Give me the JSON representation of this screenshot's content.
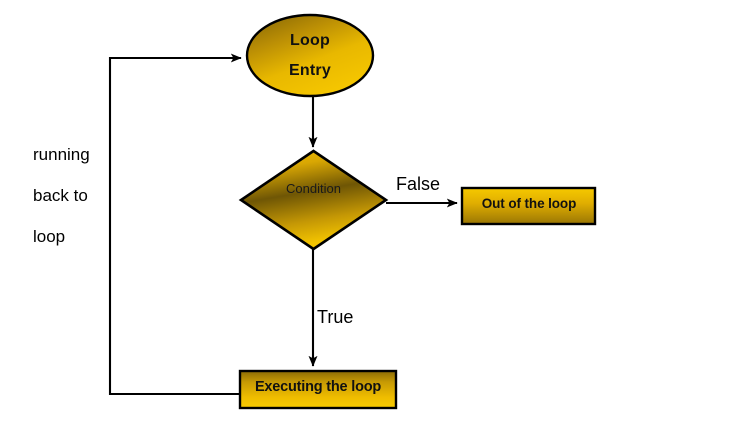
{
  "diagram": {
    "title": "Loop flowchart",
    "type": "flowchart",
    "nodes": {
      "loop_entry": {
        "shape": "ellipse",
        "line1": "Loop",
        "line2": "Entry"
      },
      "condition": {
        "shape": "diamond",
        "label": "Condition"
      },
      "out_of_loop": {
        "shape": "rectangle",
        "label": "Out of the loop"
      },
      "executing_loop": {
        "shape": "rectangle",
        "label": "Executing the loop"
      }
    },
    "edge_labels": {
      "false": "False",
      "true": "True",
      "running_back_line1": "running",
      "running_back_line2": "back to",
      "running_back_line3": "loop"
    },
    "colors": {
      "fill_bright": "#F3C200",
      "fill_mid": "#C89A06",
      "fill_dark": "#6E5606",
      "stroke": "#000000",
      "text": "#111111",
      "background": "#FFFFFF"
    }
  }
}
